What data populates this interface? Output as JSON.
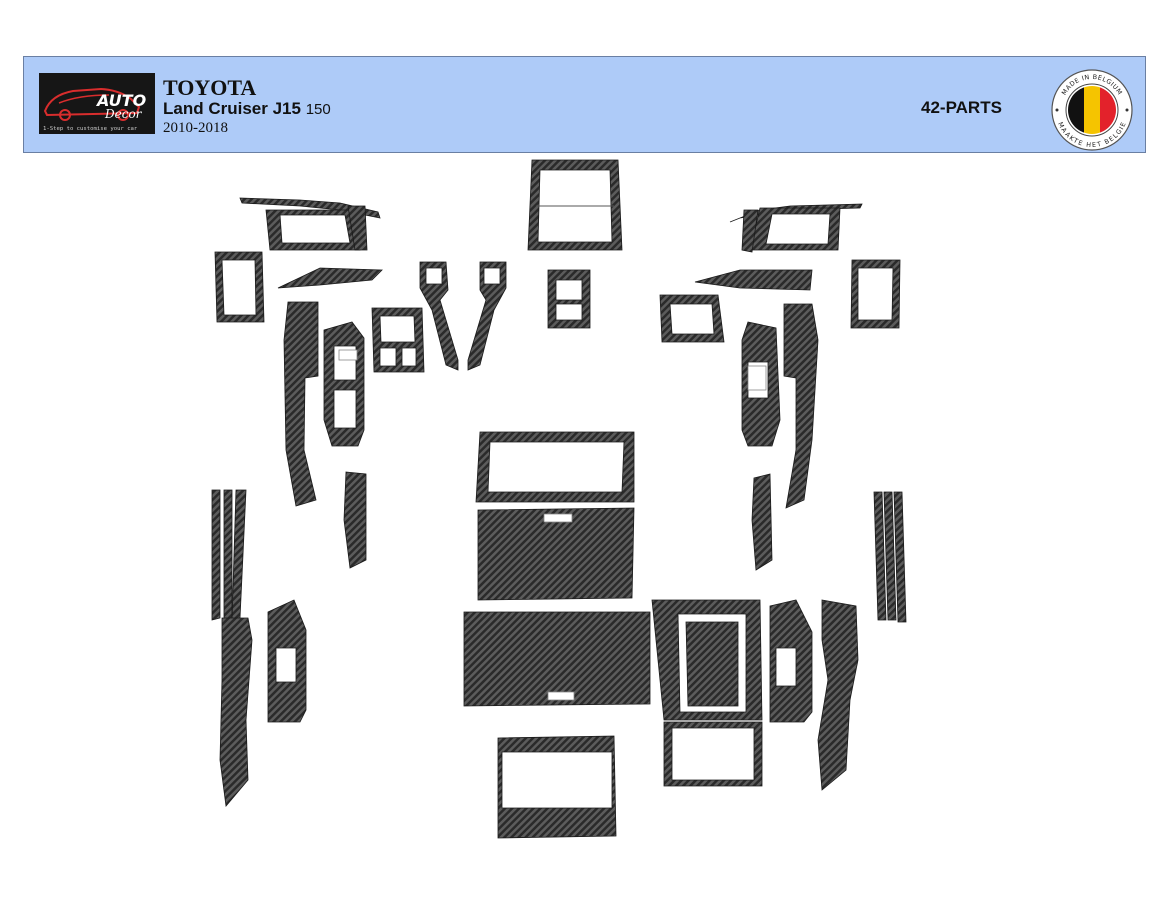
{
  "header": {
    "logo": {
      "word_top": "AUTO",
      "word_bottom": "Decor",
      "tagline": "1-Step to customise your car"
    },
    "brand": "TOYOTA",
    "model_name": "Land Cruiser J15",
    "model_code": "150",
    "years": "2010-2018",
    "parts_count": "42-PARTS",
    "badge": {
      "top_text": "MADE IN BELGIUM",
      "bottom_text": "MAAKTE HET BELGIE",
      "flag_colors": [
        "#111111",
        "#f5c400",
        "#e3222b"
      ]
    }
  },
  "colors": {
    "header_bg": "#aecbf8",
    "carbon": "#2b2b2b",
    "carbon_light": "#6a6a6a"
  }
}
